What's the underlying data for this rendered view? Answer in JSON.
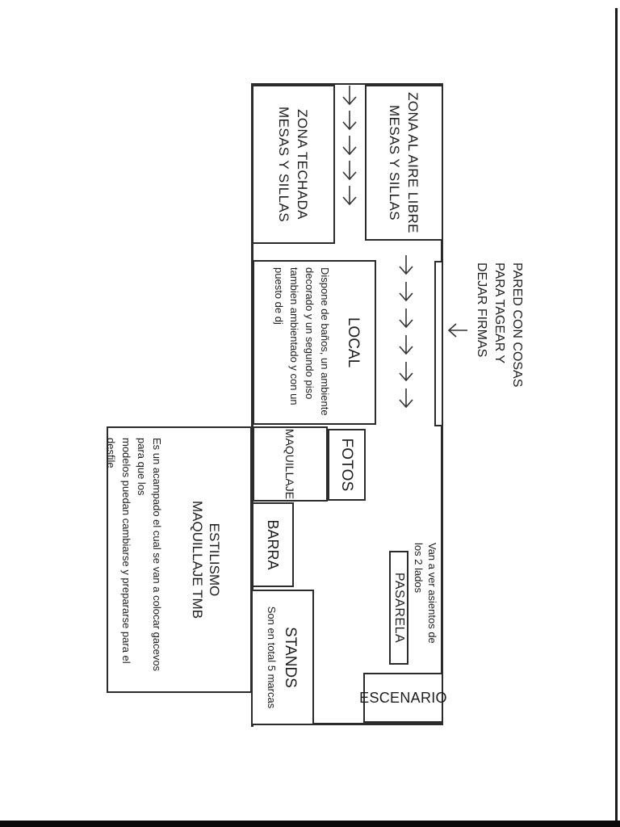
{
  "colors": {
    "line": "#2b2b2b",
    "background": "#ffffff",
    "scan_border": "#0a0a0a"
  },
  "icons": {
    "flow_arrow": "down-arrow",
    "wall_pointer": "left-arrow"
  },
  "plan": {
    "zona_aire": {
      "line1": "ZONA AL AIRE LIBRE",
      "line2": "MESAS Y SILLAS"
    },
    "zona_techada": {
      "line1": "ZONA TECHADA",
      "line2": "MESAS Y SILLAS"
    },
    "local": {
      "title": "LOCAL",
      "description": [
        "Dispone de baños, un ambiente",
        "decorado y un segundo piso",
        "tambien ambientado y con un",
        "puesto de dj"
      ]
    },
    "fotos": {
      "title": "FOTOS"
    },
    "maquillaje": {
      "title": "MAQUILLAJE"
    },
    "barra": {
      "title": "BARRA"
    },
    "stands": {
      "title": "STANDS",
      "subtitle": "Son en total 5 marcas"
    },
    "estilismo": {
      "title_line1": "ESTILISMO",
      "title_line2": "MAQUILLAJE TMB",
      "description": [
        "Es un acampado el cual se van a colocar gacevos",
        "para que los",
        "modelos puedan cambiarse y prepararse para el",
        "desfile"
      ]
    },
    "pasarela": {
      "title": "PASARELA"
    },
    "escenario": {
      "title": "ESCENARIO"
    },
    "pared_label": {
      "line1": "PARED CON COSAS",
      "line2": "PARA TAGEAR Y",
      "line3": "DEJAR FIRMAS"
    },
    "seats_label": {
      "line1": "Van a ver asientos de",
      "line2": "los 2 lados"
    }
  }
}
